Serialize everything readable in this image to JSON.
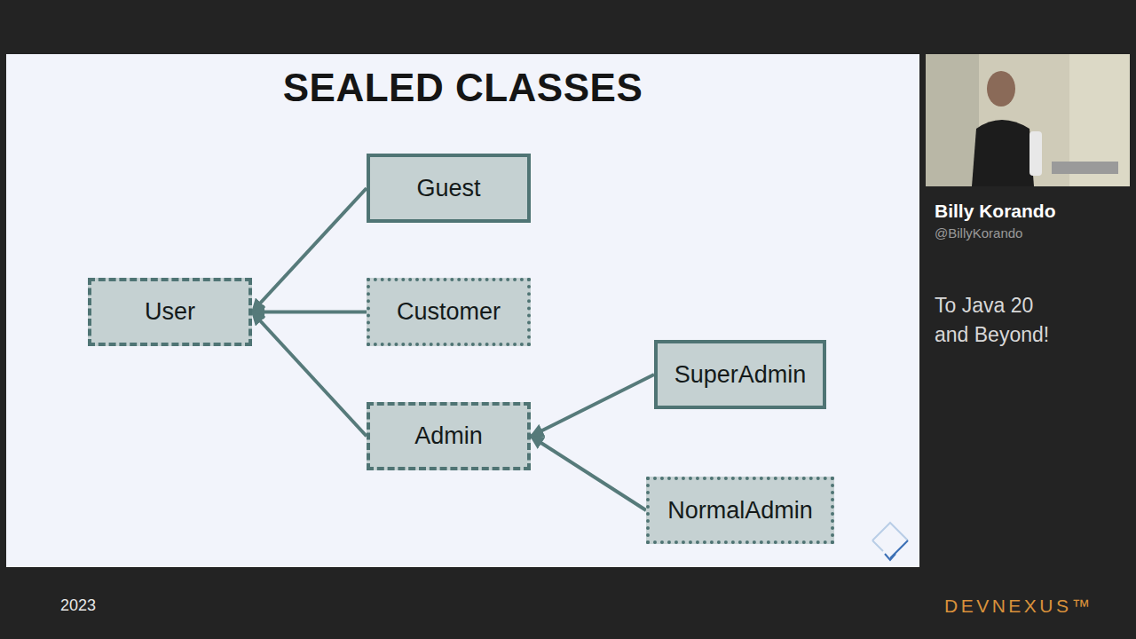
{
  "diagram": {
    "title": "SEALED CLASSES",
    "nodes": [
      {
        "text": [
          "User"
        ]
      },
      {
        "text": [
          "Guest"
        ]
      },
      {
        "text": [
          "Customer"
        ]
      },
      {
        "text": [
          "Admin"
        ]
      },
      {
        "text": [
          "SuperAdmin"
        ]
      },
      {
        "text": [
          "NormalAdmin"
        ]
      }
    ],
    "edges": [
      {
        "from": 1,
        "to": 0,
        "arrow": "to"
      },
      {
        "from": 2,
        "to": 0,
        "arrow": "to"
      },
      {
        "from": 3,
        "to": 0,
        "arrow": "to"
      },
      {
        "from": 4,
        "to": 3,
        "arrow": "to"
      },
      {
        "from": 5,
        "to": 3,
        "arrow": "to"
      }
    ],
    "labels": [
      "Billy Korando",
      "@BillyKorando",
      "To Java 20 and Beyond!",
      "2023",
      "DEVNEXUS™"
    ]
  }
}
